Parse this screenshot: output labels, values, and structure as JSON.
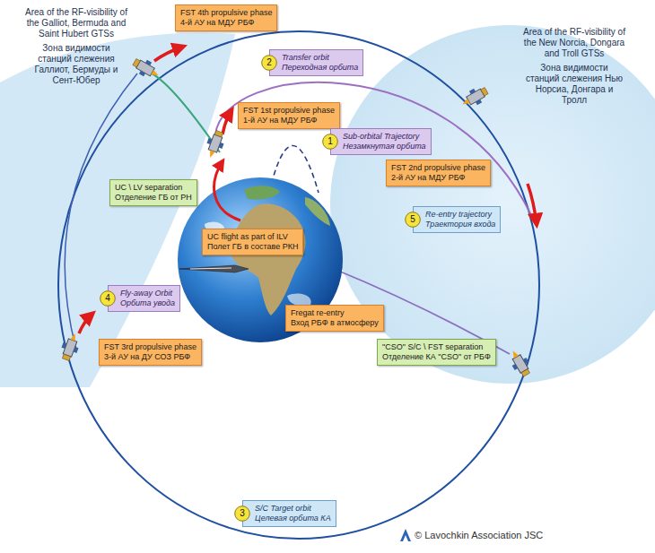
{
  "diagram": {
    "nodes": [
      {
        "text": [
          "FST 4th propulsive phase",
          "4-й АУ на МДУ РБФ"
        ]
      },
      {
        "text": [
          "2"
        ]
      },
      {
        "text": [
          "Transfer orbit",
          "Переходная орбита"
        ]
      },
      {
        "text": [
          "FST 1st propulsive phase",
          "1-й АУ на МДУ РБФ"
        ]
      },
      {
        "text": [
          "1"
        ]
      },
      {
        "text": [
          "Sub-orbital Trajectory",
          "Незамкнутая орбита"
        ]
      },
      {
        "text": [
          "FST 2nd propulsive phase",
          "2-й АУ на МДУ РБФ"
        ]
      },
      {
        "text": [
          "UC \\ LV separation",
          "Отделение ГБ от РН"
        ]
      },
      {
        "text": [
          "5"
        ]
      },
      {
        "text": [
          "Re-entry trajectory",
          "Траектория входа"
        ]
      },
      {
        "text": [
          "UC flight as part of ILV",
          "Полет ГБ в составе РКН"
        ]
      },
      {
        "text": [
          "4"
        ]
      },
      {
        "text": [
          "Fly-away Orbit",
          "Орбита увода"
        ]
      },
      {
        "text": [
          "Fregat re-entry",
          "Вход РБФ в атмосферу"
        ]
      },
      {
        "text": [
          "\"CSO\" S/C \\ FST separation",
          "Отделение КА \"CSO\" от РБФ"
        ]
      },
      {
        "text": [
          "FST 3rd propulsive phase",
          "3-й АУ на ДУ СОЗ РБФ"
        ]
      },
      {
        "text": [
          "3"
        ]
      },
      {
        "text": [
          "S/C Target orbit",
          "Целевая орбита КА"
        ]
      }
    ],
    "labels": [
      "Area of the RF-visibility of the Galliot, Bermuda and Saint Hubert GTSs",
      "Зона видимости станций слежения Галлиот, Бермуды и Сент-Юбер",
      "Area of the RF-visibility of the New Norcia, Dongara and Troll GTSs",
      "Зона видимости станций слежения Нью Норсиа, Донгара и Тролл",
      "© Lavochkin Association JSC"
    ]
  }
}
